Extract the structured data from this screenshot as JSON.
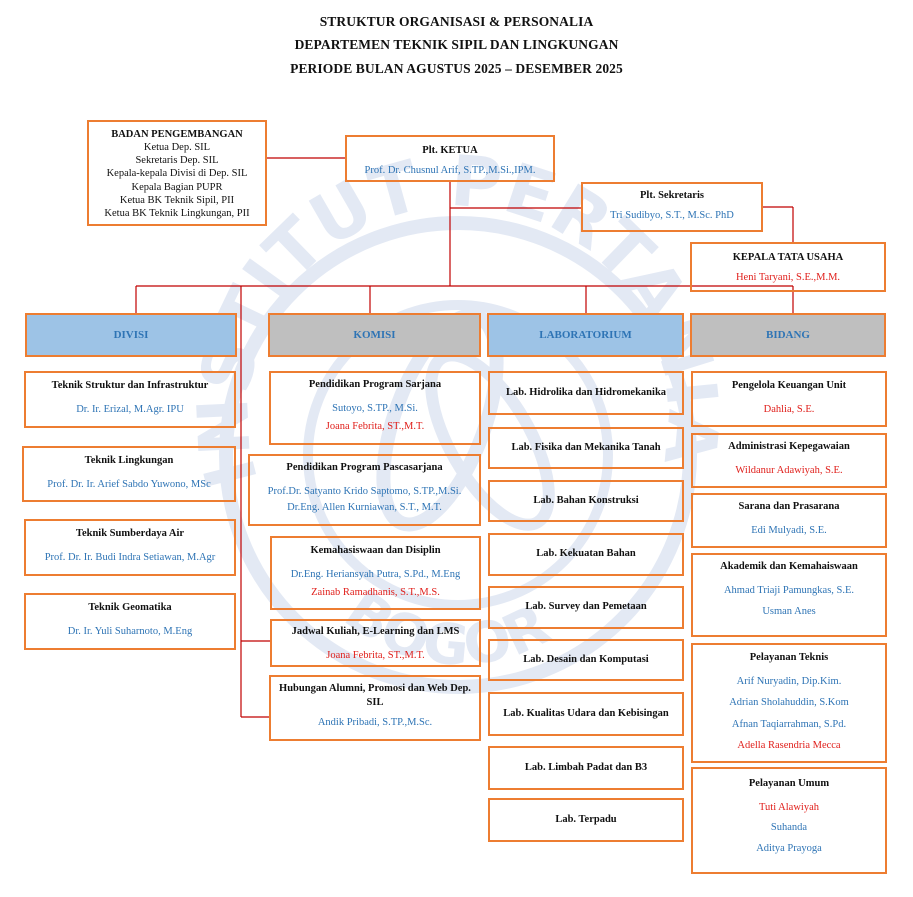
{
  "title": {
    "line1": "STRUKTUR ORGANISASI & PERSONALIA",
    "line2": "DEPARTEMEN TEKNIK SIPIL DAN LINGKUNGAN",
    "line3": "PERIODE BULAN AGUSTUS 2025 – DESEMBER 2025"
  },
  "watermark": {
    "arc_text": "INSTITUT PERTANIAN",
    "bottom_text": "BOGOR"
  },
  "badan": {
    "title": "BADAN PENGEMBANGAN",
    "members": [
      "Ketua Dep. SIL",
      "Sekretaris Dep. SIL",
      "Kepala-kepala Divisi di Dep. SIL",
      "Kepala Bagian PUPR",
      "Ketua BK Teknik Sipil, PII",
      "Ketua BK Teknik Lingkungan, PII"
    ]
  },
  "ketua": {
    "title": "Plt. KETUA",
    "name": "Prof. Dr. Chusnul Arif, S.TP.,M.Si.,IPM."
  },
  "sekretaris": {
    "title": "Plt. Sekretaris",
    "name": "Tri Sudibyo, S.T., M.Sc. PhD"
  },
  "tata_usaha": {
    "title": "KEPALA TATA USAHA",
    "name": "Heni Taryani, S.E.,M.M."
  },
  "headers": {
    "divisi": "DIVISI",
    "komisi": "KOMISI",
    "laboratorium": "LABORATORIUM",
    "bidang": "BIDANG"
  },
  "divisi": [
    {
      "title": "Teknik Struktur dan Infrastruktur",
      "name": "Dr. Ir. Erizal, M.Agr. IPU"
    },
    {
      "title": "Teknik Lingkungan",
      "name": "Prof. Dr. Ir. Arief Sabdo Yuwono, MSc"
    },
    {
      "title": "Teknik Sumberdaya Air",
      "name": "Prof. Dr. Ir. Budi Indra Setiawan, M.Agr"
    },
    {
      "title": "Teknik Geomatika",
      "name": "Dr. Ir. Yuli Suharnoto, M.Eng"
    }
  ],
  "komisi": [
    {
      "title": "Pendidikan Program Sarjana",
      "name1": "Sutoyo, S.TP., M.Si.",
      "name2": "Joana Febrita, ST.,M.T."
    },
    {
      "title": "Pendidikan Program Pascasarjana",
      "name1": "Prof.Dr. Satyanto Krido Saptomo, S.TP.,M.Si.",
      "name2": "Dr.Eng. Allen Kurniawan, S.T., M.T."
    },
    {
      "title": "Kemahasiswaan dan Disiplin",
      "name1": "Dr.Eng. Heriansyah Putra, S.Pd., M.Eng",
      "name2": "Zainab Ramadhanis, S.T.,M.S."
    },
    {
      "title": "Jadwal Kuliah, E-Learning dan LMS",
      "name1": "Joana Febrita, ST.,M.T."
    },
    {
      "title": "Hubungan Alumni, Promosi dan Web Dep. SIL",
      "name1": "Andik Pribadi, S.TP.,M.Sc."
    }
  ],
  "laboratorium": [
    "Lab. Hidrolika dan Hidromekanika",
    "Lab. Fisika dan Mekanika Tanah",
    "Lab. Bahan Konstruksi",
    "Lab. Kekuatan Bahan",
    "Lab. Survey dan Pemetaan",
    "Lab. Desain dan Komputasi",
    "Lab. Kualitas Udara dan Kebisingan",
    "Lab. Limbah Padat dan B3",
    "Lab. Terpadu"
  ],
  "bidang": [
    {
      "title": "Pengelola Keuangan Unit",
      "names": [
        "Dahlia, S.E."
      ]
    },
    {
      "title": "Administrasi Kepegawaian",
      "names": [
        "Wildanur Adawiyah, S.E."
      ]
    },
    {
      "title": "Sarana dan Prasarana",
      "names": [
        "Edi Mulyadi, S.E."
      ]
    },
    {
      "title": "Akademik dan Kemahaiswaan",
      "names": [
        "Ahmad Triaji Pamungkas, S.E.",
        "Usman Anes"
      ]
    },
    {
      "title": "Pelayanan Teknis",
      "names": [
        "Arif Nuryadin, Dip.Kim.",
        "Adrian Sholahuddin, S.Kom",
        "Afnan Taqiarrahman, S.Pd.",
        "Adella Rasendria Mecca"
      ]
    },
    {
      "title": "Pelayanan Umum",
      "names": [
        "Tuti Alawiyah",
        "Suhanda",
        "Aditya Prayoga"
      ]
    }
  ],
  "colors": {
    "box_border": "#ed7d31",
    "connector": "#c00000",
    "name_blue": "#2e74b5",
    "name_red": "#e0201c",
    "header_blue": "#9dc3e6",
    "header_grey": "#bfbfbf",
    "watermark": "#dfe6f2"
  }
}
